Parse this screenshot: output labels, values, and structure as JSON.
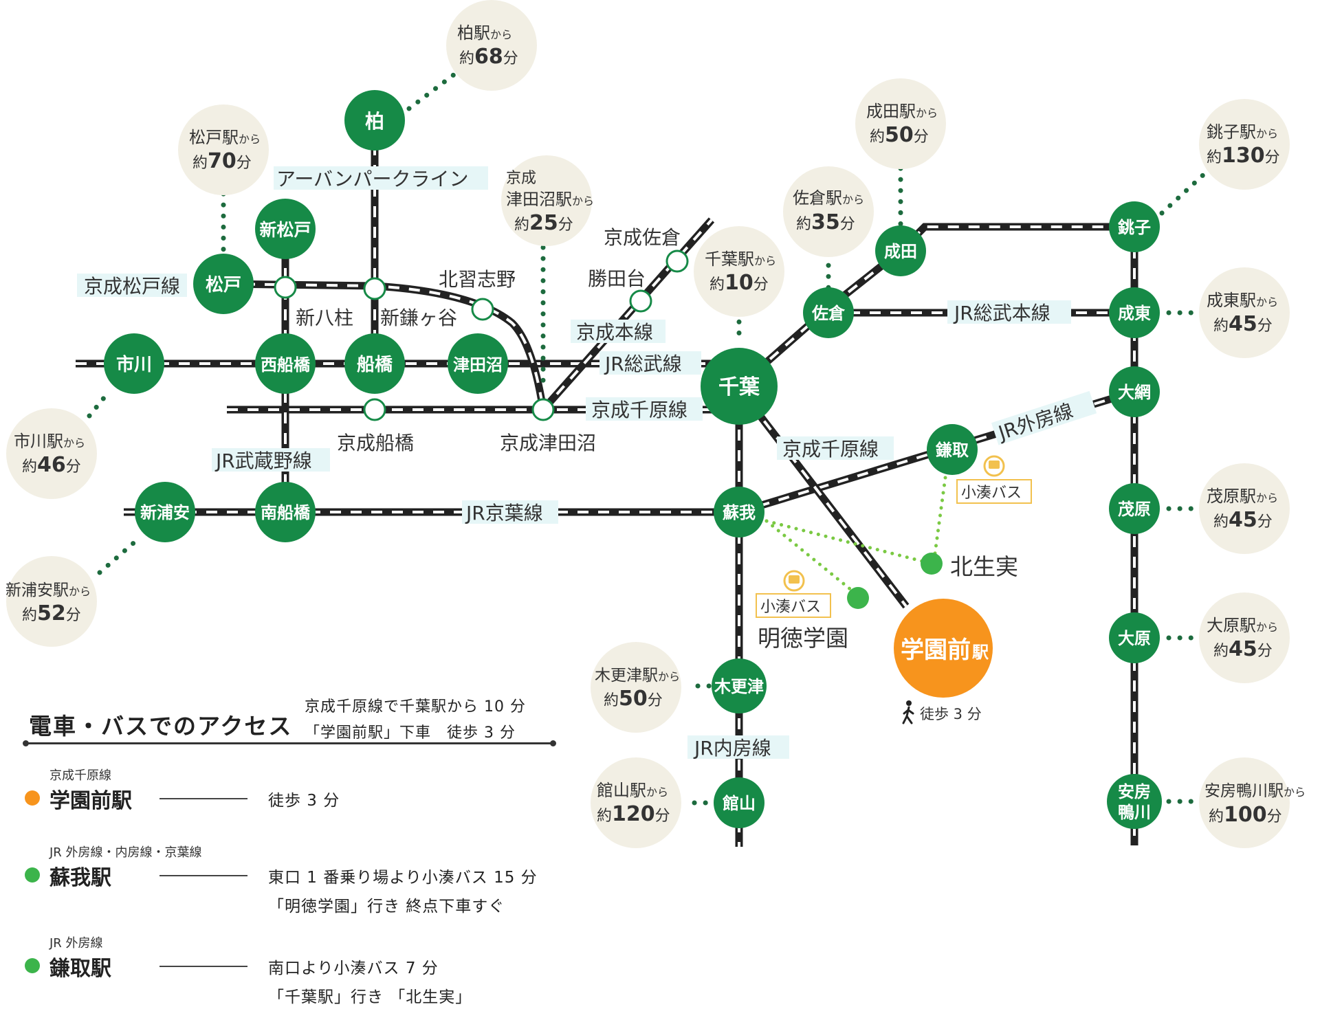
{
  "colors": {
    "station": "#168a47",
    "station_stroke": "#ffffff",
    "target": "#f7941d",
    "bubble": "#f2efe4",
    "bus_route": "#7ac943",
    "rail": "#222222",
    "label_bg": "#e6f6f7",
    "bus_badge_border": "#f2c14e"
  },
  "stations": {
    "kashiwa": "柏",
    "shin_matsudo": "新松戸",
    "matsudo": "松戸",
    "ichikawa": "市川",
    "nishi_funabashi": "西船橋",
    "funabashi": "船橋",
    "tsudanuma": "津田沼",
    "chiba": "千葉",
    "sakura": "佐倉",
    "narita": "成田",
    "choshi": "銚子",
    "naruto": "成東",
    "oami": "大網",
    "kamatori": "鎌取",
    "soga": "蘇我",
    "shin_urayasu": "新浦安",
    "minami_funabashi": "南船橋",
    "mobara": "茂原",
    "ohara": "大原",
    "kisarazu": "木更津",
    "tateyama": "館山",
    "awa_kamogawa_1": "安房",
    "awa_kamogawa_2": "鴨川",
    "gakuenmae": "学園前",
    "gakuenmae_suffix": "駅"
  },
  "small_stations": {
    "shin_yahashira": "新八柱",
    "shin_kamagaya": "新鎌ヶ谷",
    "kita_narashino": "北習志野",
    "katsutadai": "勝田台",
    "keisei_sakura": "京成佐倉",
    "keisei_funabashi": "京成船橋",
    "keisei_tsudanuma": "京成津田沼",
    "kita_ubumi": "北生実",
    "meitoku_gakuen": "明徳学園"
  },
  "line_labels": {
    "urban_park": "アーバンパークライン",
    "keisei_matsudo": "京成松戸線",
    "keisei_main": "京成本線",
    "jr_sobu": "JR総武線",
    "keisei_chihara_1": "京成千原線",
    "keisei_chihara_2": "京成千原線",
    "jr_sobu_main": "JR総武本線",
    "jr_sotobo": "JR外房線",
    "jr_musashino": "JR武蔵野線",
    "jr_keiyo": "JR京葉線",
    "jr_uchibo": "JR内房線",
    "bus_1": "小湊バス",
    "bus_2": "小湊バス",
    "walk": "徒歩 3 分"
  },
  "bubbles": {
    "kashiwa": {
      "from": "柏駅",
      "kara": "から",
      "yaku": "約",
      "mins": "68",
      "fun": "分"
    },
    "matsudo": {
      "from": "松戸駅",
      "kara": "から",
      "yaku": "約",
      "mins": "70",
      "fun": "分"
    },
    "tsudanuma_pre": "京成",
    "tsudanuma": {
      "from": "津田沼駅",
      "kara": "から",
      "yaku": "約",
      "mins": "25",
      "fun": "分"
    },
    "chiba": {
      "from": "千葉駅",
      "kara": "から",
      "yaku": "約",
      "mins": "10",
      "fun": "分"
    },
    "sakura": {
      "from": "佐倉駅",
      "kara": "から",
      "yaku": "約",
      "mins": "35",
      "fun": "分"
    },
    "narita": {
      "from": "成田駅",
      "kara": "から",
      "yaku": "約",
      "mins": "50",
      "fun": "分"
    },
    "choshi": {
      "from": "銚子駅",
      "kara": "から",
      "yaku": "約",
      "mins": "130",
      "fun": "分"
    },
    "naruto": {
      "from": "成東駅",
      "kara": "から",
      "yaku": "約",
      "mins": "45",
      "fun": "分"
    },
    "mobara": {
      "from": "茂原駅",
      "kara": "から",
      "yaku": "約",
      "mins": "45",
      "fun": "分"
    },
    "ohara": {
      "from": "大原駅",
      "kara": "から",
      "yaku": "約",
      "mins": "45",
      "fun": "分"
    },
    "kamogawa": {
      "from": "安房鴨川駅",
      "kara": "から",
      "yaku": "約",
      "mins": "100",
      "fun": "分"
    },
    "ichikawa": {
      "from": "市川駅",
      "kara": "から",
      "yaku": "約",
      "mins": "46",
      "fun": "分"
    },
    "urayasu": {
      "from": "新浦安駅",
      "kara": "から",
      "yaku": "約",
      "mins": "52",
      "fun": "分"
    },
    "kisarazu": {
      "from": "木更津駅",
      "kara": "から",
      "yaku": "約",
      "mins": "50",
      "fun": "分"
    },
    "tateyama": {
      "from": "館山駅",
      "kara": "から",
      "yaku": "約",
      "mins": "120",
      "fun": "分"
    }
  },
  "legend": {
    "title": "電車・バスでのアクセス",
    "note_1": "京成千原線で千葉駅から 10 分",
    "note_2": "「学園前駅」下車　徒歩 3 分",
    "entries": [
      {
        "line": "京成千原線",
        "station": "学園前駅",
        "color": "#f7941d",
        "desc_1": "徒歩 3 分",
        "desc_2": ""
      },
      {
        "line": "JR 外房線・内房線・京葉線",
        "station": "蘇我駅",
        "color": "#3cb44b",
        "desc_1": "東口 1 番乗り場より小湊バス 15 分",
        "desc_2": "「明徳学園」行き 終点下車すぐ"
      },
      {
        "line": "JR 外房線",
        "station": "鎌取駅",
        "color": "#3cb44b",
        "desc_1": "南口より小湊バス 7 分",
        "desc_2": "「千葉駅」行き 「北生実」"
      }
    ]
  }
}
